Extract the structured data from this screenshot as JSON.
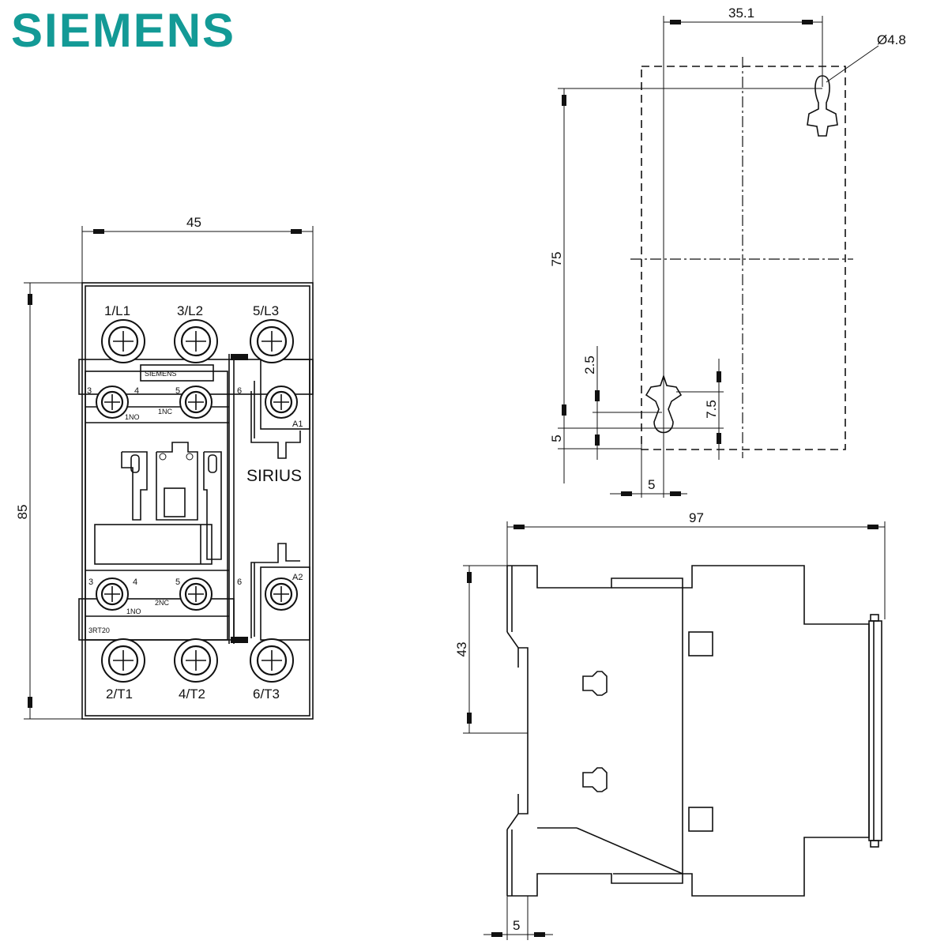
{
  "brand": {
    "logo_text": "SIEMENS",
    "logo_color": "#139a96",
    "label_plate": "SIEMENS"
  },
  "front_view": {
    "dim_width": "45",
    "dim_height": "85",
    "top_terminals": [
      "1/L1",
      "3/L2",
      "5/L3"
    ],
    "bottom_terminals": [
      "2/T1",
      "4/T2",
      "6/T3"
    ],
    "aux_top": {
      "t3": "3",
      "t4": "4",
      "t5": "5",
      "t6": "6",
      "no": "1NO",
      "nc": "1NC",
      "coil": "A1"
    },
    "aux_bottom": {
      "t3": "3",
      "t4": "4",
      "t5": "5",
      "t6": "6",
      "no": "1NO",
      "nc": "2NC",
      "coil": "A2"
    },
    "product_name": "SIRIUS",
    "type_label": "3RT20"
  },
  "mounting_view": {
    "dim_spacing": "35.1",
    "dim_hole": "Ø4.8",
    "dim_height": "75",
    "dim_2_5": "2.5",
    "dim_7_5": "7.5",
    "dim_5_vertical": "5",
    "dim_5_horizontal": "5"
  },
  "side_view": {
    "dim_depth": "97",
    "dim_height": "43",
    "dim_offset": "5"
  }
}
